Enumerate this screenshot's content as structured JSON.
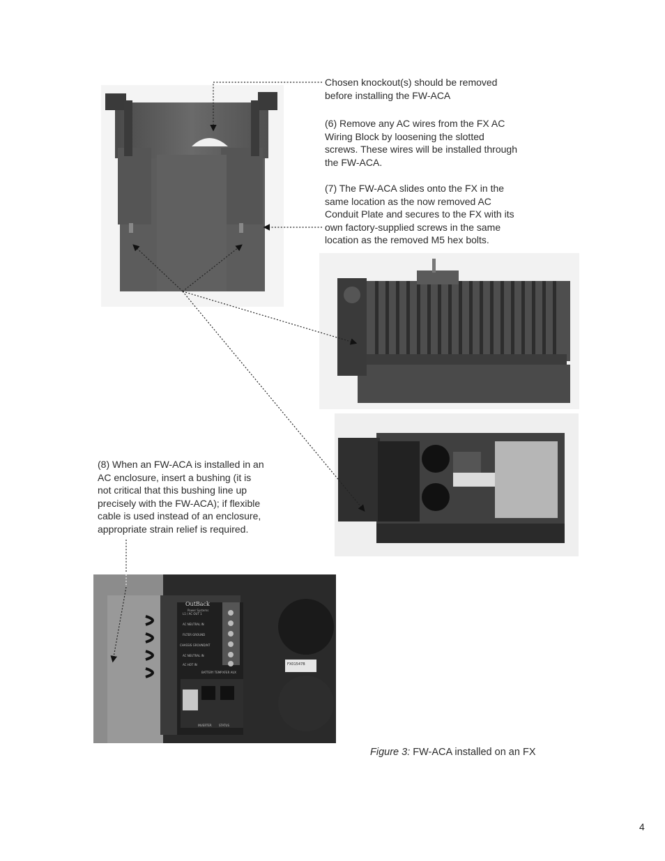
{
  "annotations": {
    "knockout_note": [
      "Chosen knockout(s) should be removed",
      "before installing the FW-ACA"
    ],
    "step6": [
      "(6) Remove any AC wires from the FX AC",
      "Wiring Block by loosening the slotted",
      "screws. These wires will be installed through",
      "the FW-ACA."
    ],
    "step7": [
      "(7) The FW-ACA slides onto the FX in the",
      "same location as the now removed AC",
      "Conduit Plate and secures to the FX with its",
      "own factory-supplied screws in the same",
      "location as the removed M5 hex bolts."
    ],
    "step8": [
      "(8) When an FW-ACA is installed in an",
      "AC enclosure, insert a bushing  (it is",
      "not critical that this bushing line up",
      "precisely with the FW-ACA); if flexible",
      "cable is used instead of an enclosure,",
      "appropriate strain relief is required."
    ]
  },
  "photo_labels": {
    "brand": "OutBack",
    "brand_sub": "Power Systems",
    "terminal_labels": [
      "L1 / AC OUT 1",
      "AC NEUTRAL IN",
      "FILTER GROUND",
      "CHASSIS GROUND/NT",
      "AC NEUTRAL IN",
      "AC HOT IN"
    ],
    "battery_temp": "BATTERY TEMP",
    "xfer": "XFER AUX",
    "inverter": "INVERTER",
    "status": "STATUS",
    "serial": "FX01547B"
  },
  "caption": {
    "label": "Figure 3:",
    "text": " FW-ACA installed on an FX"
  },
  "page_number": "4"
}
